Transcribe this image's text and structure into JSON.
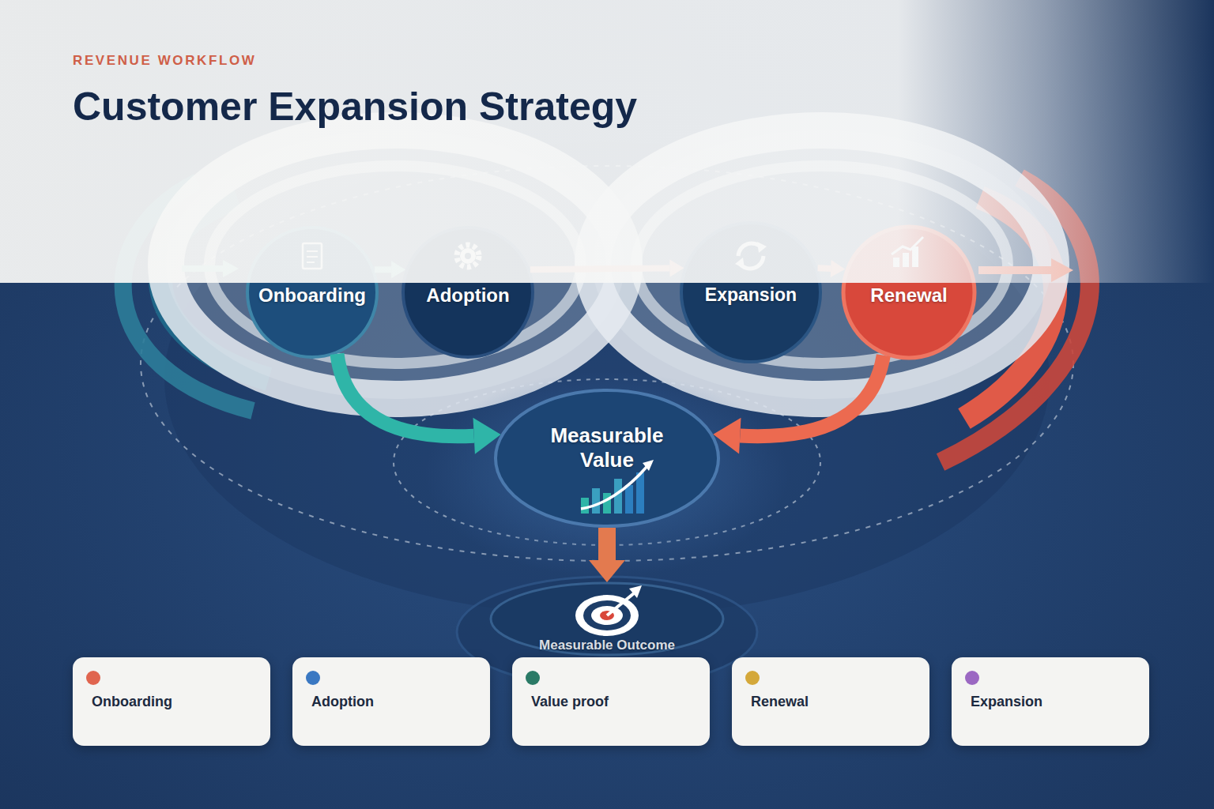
{
  "diagram": {
    "title": "Customer Expansion Strategy",
    "nodes": [
      {
        "text": [
          "Onboarding"
        ]
      },
      {
        "text": [
          "Adoption"
        ]
      },
      {
        "text": [
          "Expansion"
        ]
      },
      {
        "text": [
          "Renewal"
        ]
      },
      {
        "text": [
          "Measurable Value"
        ]
      },
      {
        "text": [
          "Measurable Outcome"
        ]
      }
    ],
    "edges": [
      {
        "from": 0,
        "to": 1,
        "arrow": "to"
      },
      {
        "from": 1,
        "to": 2,
        "arrow": "to"
      },
      {
        "from": 2,
        "to": 3,
        "arrow": "to"
      },
      {
        "from": 0,
        "to": 4,
        "arrow": "to"
      },
      {
        "from": 3,
        "to": 4,
        "arrow": "to"
      },
      {
        "from": 4,
        "to": 5,
        "arrow": "to"
      }
    ],
    "labels": [
      "REVENUE WORKFLOW"
    ],
    "legend": [
      {
        "text": "Onboarding",
        "color": "#e0654f"
      },
      {
        "text": "Adoption",
        "color": "#3a78c2"
      },
      {
        "text": "Value proof",
        "color": "#2a7a66"
      },
      {
        "text": "Renewal",
        "color": "#d4a83a"
      },
      {
        "text": "Expansion",
        "color": "#9b68c2"
      }
    ]
  }
}
